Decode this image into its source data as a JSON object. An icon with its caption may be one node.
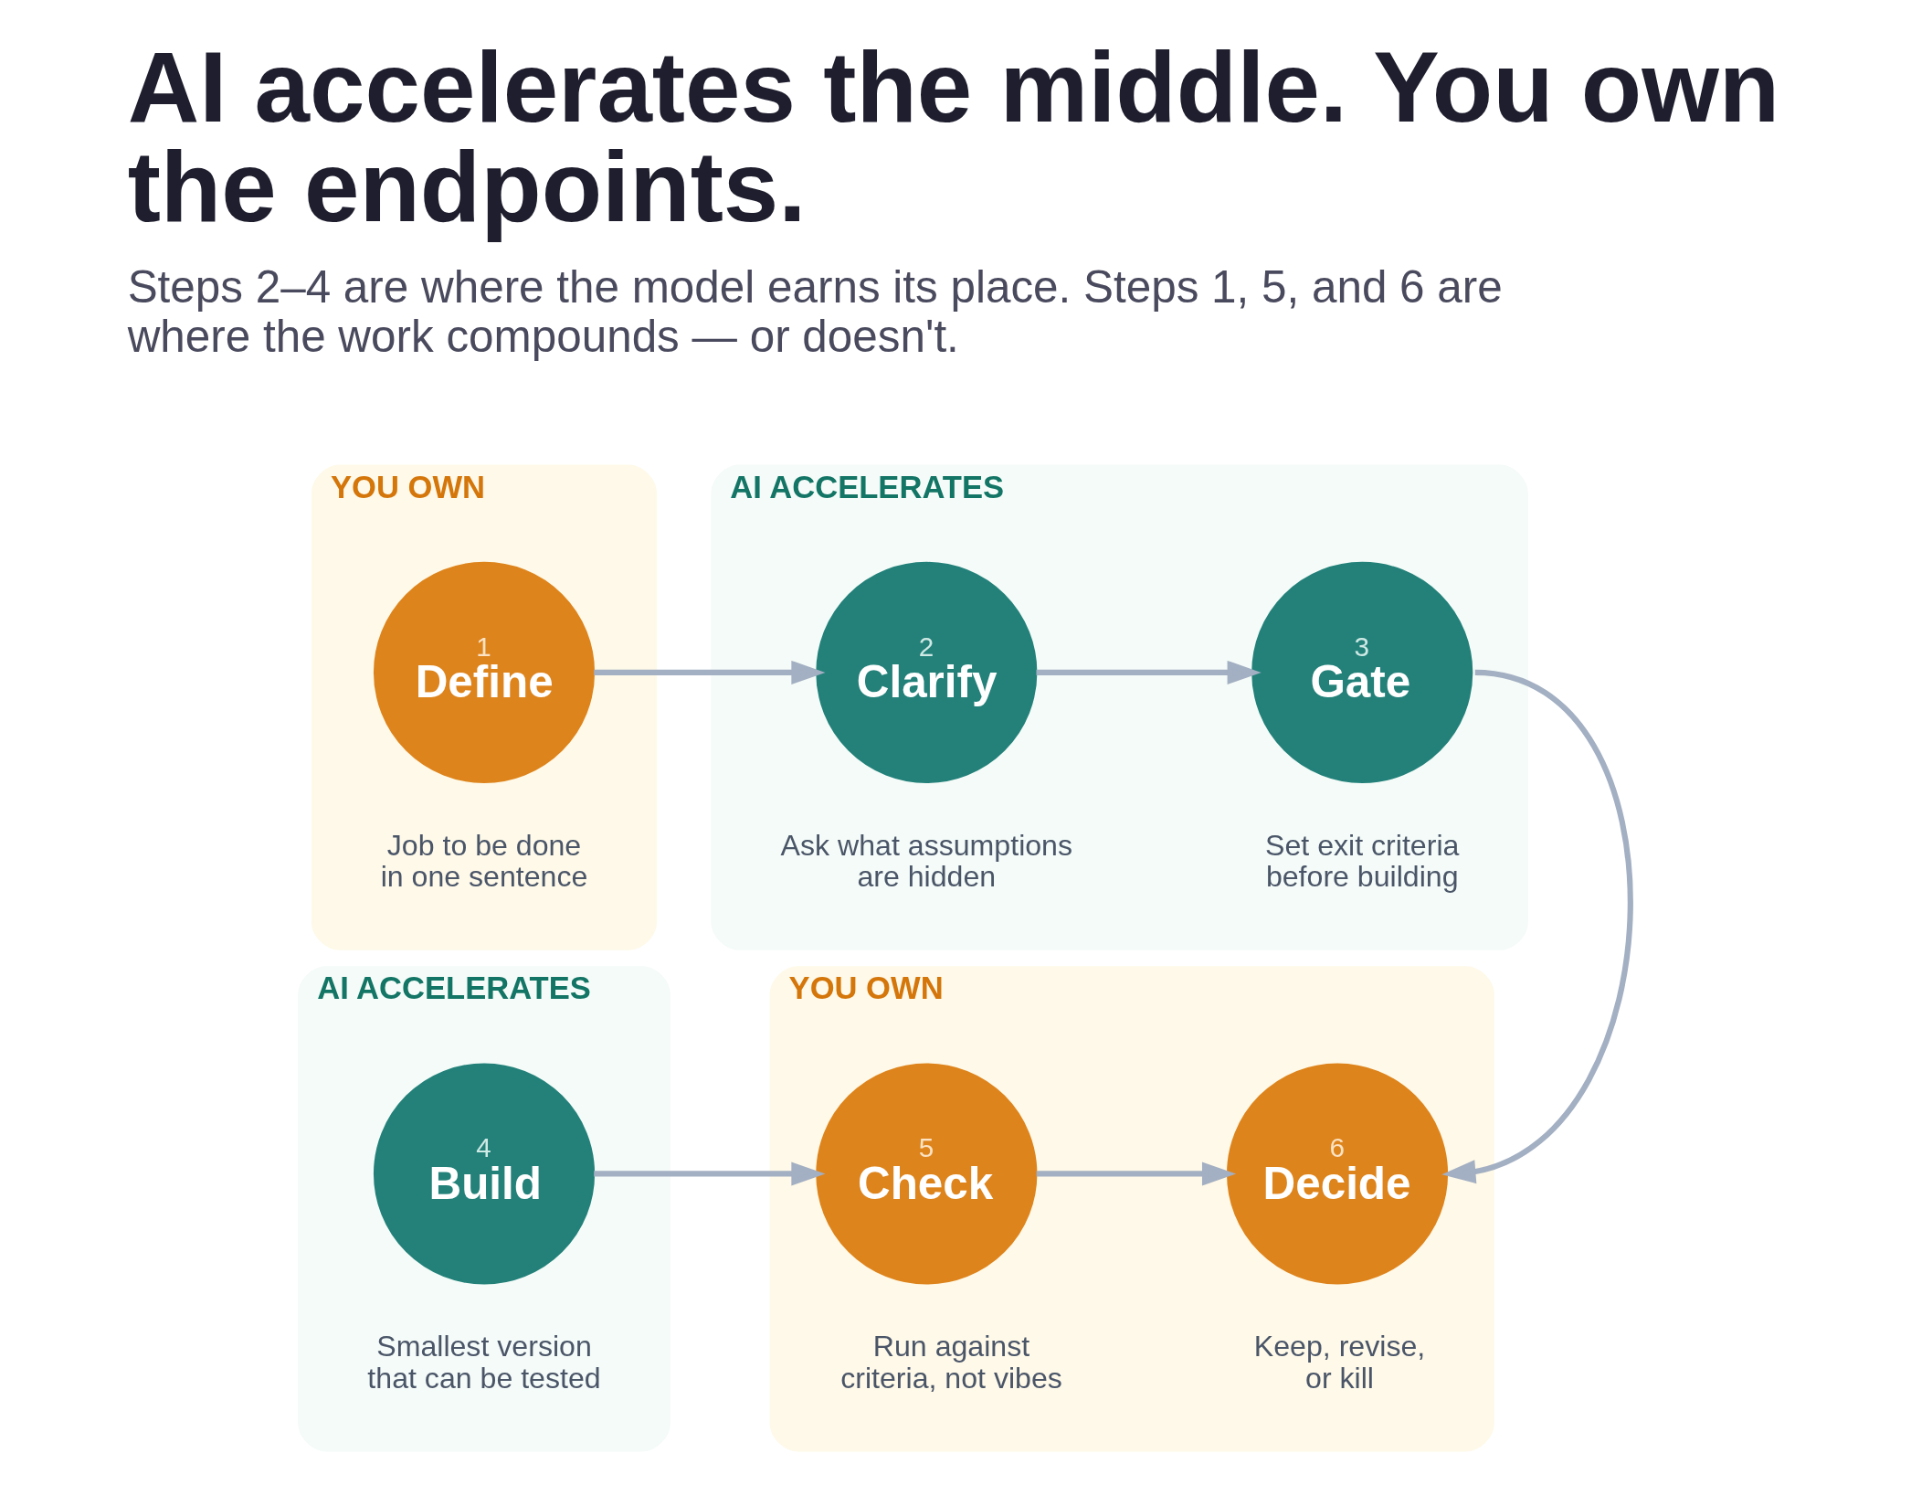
{
  "diagram": {
    "title": "AI accelerates the middle. You own the endpoints.",
    "caption": "Steps 2–4 are where the model earns its place. Steps 1, 5, and 6 are where the work compounds — or doesn't.",
    "nodes": [
      {
        "text": [
          "YOU OWN"
        ]
      },
      {
        "text": [
          "1",
          "Define"
        ],
        "in": 0,
        "beside": [
          "Job to be done in one sentence"
        ]
      },
      {
        "text": [
          "AI ACCELERATES"
        ]
      },
      {
        "text": [
          "2",
          "Clarify"
        ],
        "in": 2,
        "beside": [
          "Ask what assumptions are hidden"
        ]
      },
      {
        "text": [
          "3",
          "Gate"
        ],
        "in": 2,
        "beside": [
          "Set exit criteria before building"
        ]
      },
      {
        "text": [
          "AI ACCELERATES"
        ]
      },
      {
        "text": [
          "4",
          "Build"
        ],
        "in": 5,
        "beside": [
          "Smallest version that can be tested"
        ]
      },
      {
        "text": [
          "YOU OWN"
        ]
      },
      {
        "text": [
          "5",
          "Check"
        ],
        "in": 7,
        "beside": [
          "Run against criteria, not vibes"
        ]
      },
      {
        "text": [
          "6",
          "Decide"
        ],
        "in": 7,
        "beside": [
          "Keep, revise, or kill"
        ]
      }
    ],
    "edges": [
      {
        "from": 1,
        "to": 3,
        "arrow": "to"
      },
      {
        "from": 3,
        "to": 4,
        "arrow": "to"
      },
      {
        "from": 4,
        "to": 9,
        "arrow": "to"
      },
      {
        "from": 6,
        "to": 8,
        "arrow": "to"
      },
      {
        "from": 8,
        "to": 9,
        "arrow": "to"
      }
    ]
  }
}
